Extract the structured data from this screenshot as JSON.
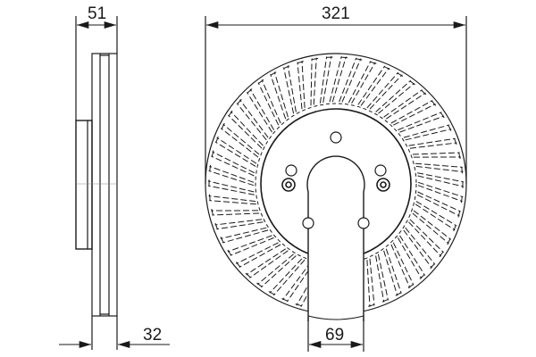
{
  "drawing": {
    "title": "Brake disc technical drawing",
    "line_color": "#1a1a1a",
    "background": "#ffffff"
  },
  "dimensions": {
    "thickness_total": {
      "label": "51",
      "description": "overall height incl. hub"
    },
    "disc_thickness": {
      "label": "32",
      "description": "disc thickness"
    },
    "outer_diameter": {
      "label": "321",
      "description": "disc diameter"
    },
    "center_bore": {
      "label": "69",
      "description": "centering hole diameter"
    }
  },
  "views": {
    "side_view": {
      "name": "side profile"
    },
    "front_view": {
      "name": "front view",
      "vent_count": 54,
      "bolt_holes": 5
    }
  }
}
